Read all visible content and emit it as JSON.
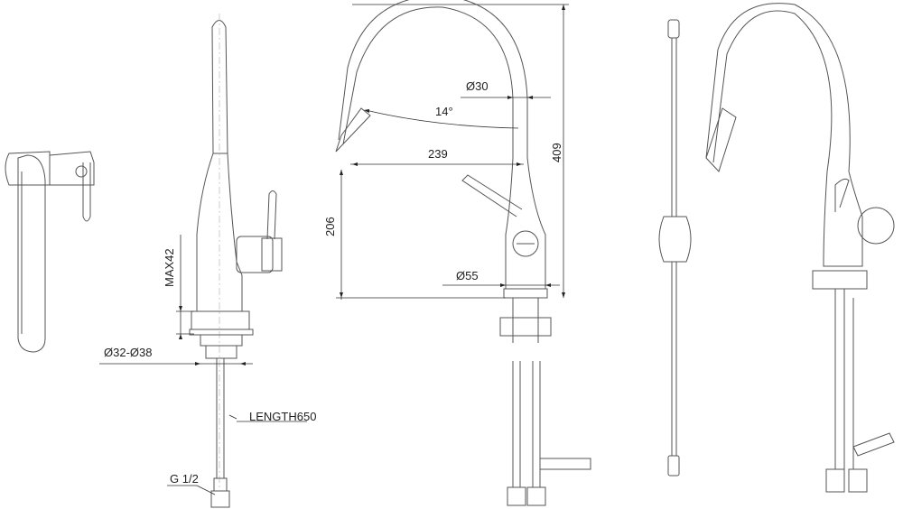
{
  "drawing": {
    "side_view": {
      "max_height_label": "MAX42",
      "hole_diameter_label": "Ø32-Ø38",
      "hose_length_label": "LENGTH650",
      "thread_label": "G 1/2"
    },
    "front_view": {
      "spout_diameter_label": "Ø30",
      "angle_label": "14°",
      "reach_label": "239",
      "total_height_label": "409",
      "spout_height_label": "206",
      "base_diameter_label": "Ø55"
    }
  }
}
